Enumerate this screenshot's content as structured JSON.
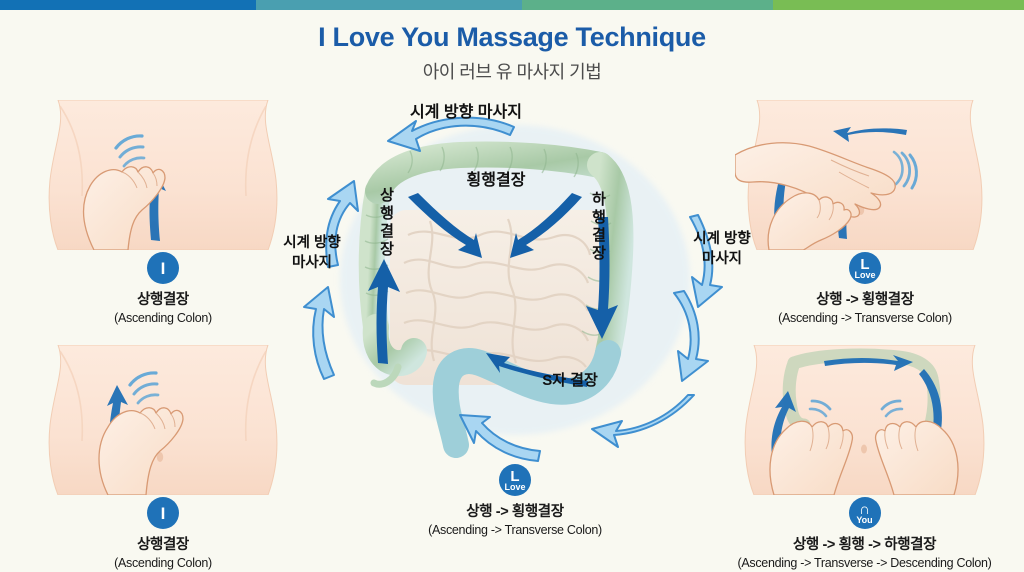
{
  "topbar": {
    "segments": [
      {
        "name": "segment-blue",
        "color": "#1271b5"
      },
      {
        "name": "segment-teal",
        "color": "#4a9fb0"
      },
      {
        "name": "segment-green",
        "color": "#5cb08a"
      },
      {
        "name": "segment-lime",
        "color": "#79bd54"
      }
    ]
  },
  "header": {
    "title": "I Love You Massage Technique",
    "subtitle": "아이 러브 유 마사지 기법",
    "title_color": "#1b5ca8"
  },
  "panels": {
    "top_left": {
      "badge_letter": "I",
      "badge_sub": "",
      "caption_ko": "상행결장",
      "caption_en": "(Ascending Colon)",
      "art": "one-hand-upward-stroke"
    },
    "bottom_left": {
      "badge_letter": "I",
      "badge_sub": "",
      "caption_ko": "상행결장",
      "caption_en": "(Ascending Colon)",
      "art": "one-hand-upward-stroke"
    },
    "top_right": {
      "badge_letter": "L",
      "badge_sub": "Love",
      "caption_ko": "상행 -> 횡행결장",
      "caption_en": "(Ascending -> Transverse Colon)",
      "art": "two-hands-up-and-across"
    },
    "bottom_right": {
      "badge_letter": "∩",
      "badge_sub": "You",
      "caption_ko": "상행 -> 횡행 -> 하행결장",
      "caption_en": "(Ascending -> Transverse -> Descending Colon)",
      "art": "two-hands-full-colon-path"
    },
    "center_bottom": {
      "badge_letter": "L",
      "badge_sub": "Love",
      "caption_ko": "상행 -> 횡행결장",
      "caption_en": "(Ascending -> Transverse Colon)"
    }
  },
  "diagram": {
    "title_top": "시계 방향 마사지",
    "label_left": "시계 방향\n마사지",
    "label_left_line1": "시계 방향",
    "label_left_line2": "마사지",
    "label_right_line1": "시계 방향",
    "label_right_line2": "마사지",
    "transverse": "횡행결장",
    "ascending": "상행결장",
    "descending": "하행결장",
    "sigmoid": "S자 결장",
    "colon_color": "#a9cba8",
    "arrow_dark": "#1560a8",
    "arrow_light": "#8cc8ec"
  },
  "colors": {
    "background": "#f9f9f1",
    "badge_blue": "#1f72b8",
    "skin": "#fbe0cf",
    "text": "#1a1a1a"
  }
}
